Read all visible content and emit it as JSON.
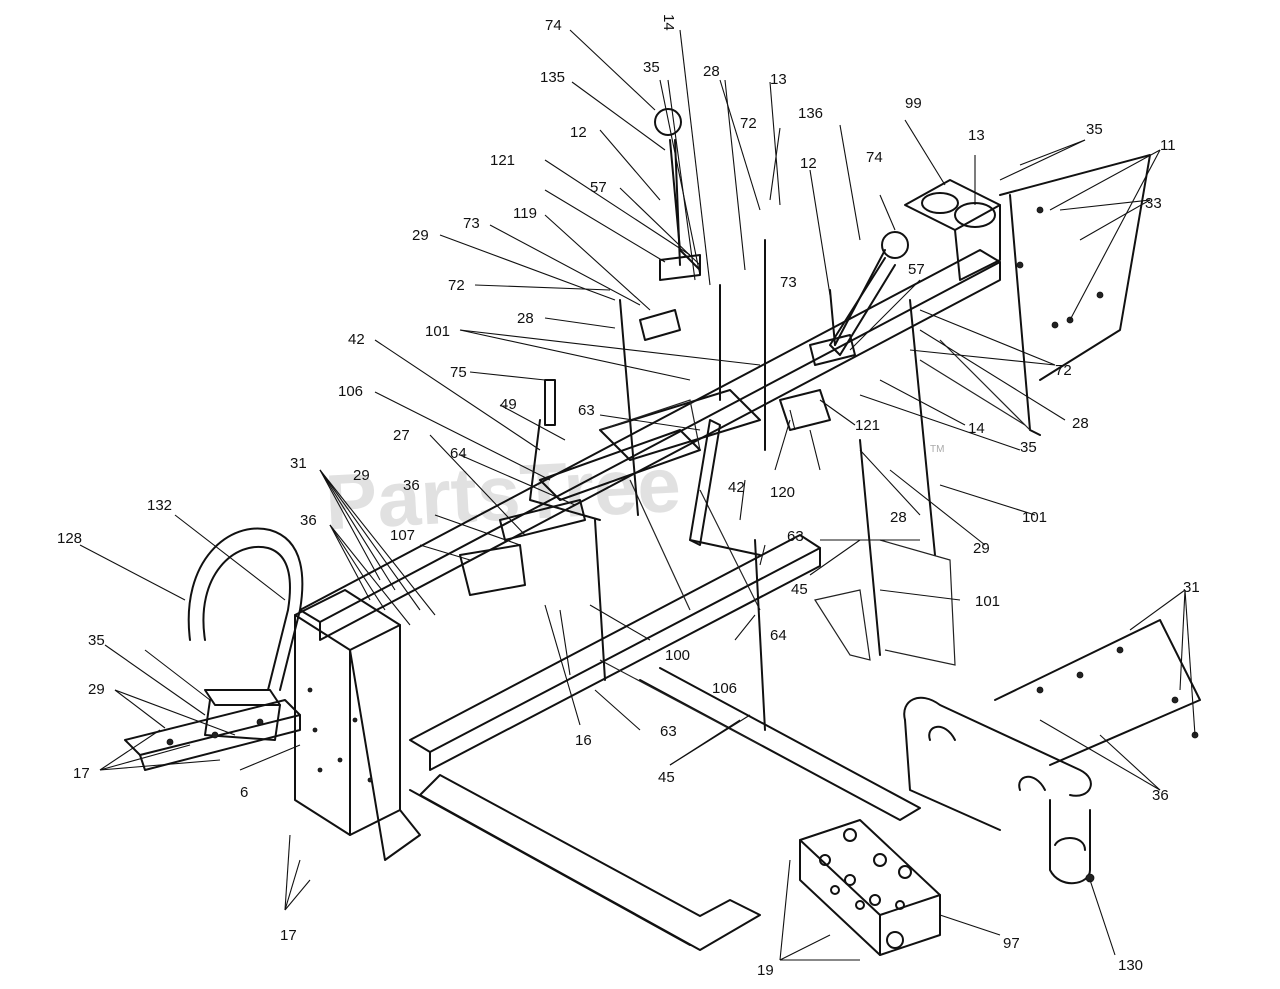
{
  "watermark": "PartsTree",
  "trademark": "TM",
  "callouts": [
    {
      "label": "74"
    },
    {
      "label": "14"
    },
    {
      "label": "35"
    },
    {
      "label": "28"
    },
    {
      "label": "13"
    },
    {
      "label": "135"
    },
    {
      "label": "72"
    },
    {
      "label": "136"
    },
    {
      "label": "99"
    },
    {
      "label": "13"
    },
    {
      "label": "35"
    },
    {
      "label": "11"
    },
    {
      "label": "12"
    },
    {
      "label": "121"
    },
    {
      "label": "57"
    },
    {
      "label": "12"
    },
    {
      "label": "74"
    },
    {
      "label": "33"
    },
    {
      "label": "119"
    },
    {
      "label": "73"
    },
    {
      "label": "29"
    },
    {
      "label": "57"
    },
    {
      "label": "72"
    },
    {
      "label": "73"
    },
    {
      "label": "28"
    },
    {
      "label": "72"
    },
    {
      "label": "101"
    },
    {
      "label": "42"
    },
    {
      "label": "75"
    },
    {
      "label": "28"
    },
    {
      "label": "106"
    },
    {
      "label": "49"
    },
    {
      "label": "63"
    },
    {
      "label": "121"
    },
    {
      "label": "14"
    },
    {
      "label": "27"
    },
    {
      "label": "64"
    },
    {
      "label": "42"
    },
    {
      "label": "120"
    },
    {
      "label": "35"
    },
    {
      "label": "31"
    },
    {
      "label": "29"
    },
    {
      "label": "36"
    },
    {
      "label": "28"
    },
    {
      "label": "101"
    },
    {
      "label": "132"
    },
    {
      "label": "36"
    },
    {
      "label": "107"
    },
    {
      "label": "63"
    },
    {
      "label": "29"
    },
    {
      "label": "128"
    },
    {
      "label": "45"
    },
    {
      "label": "101"
    },
    {
      "label": "31"
    },
    {
      "label": "100"
    },
    {
      "label": "64"
    },
    {
      "label": "35"
    },
    {
      "label": "106"
    },
    {
      "label": "29"
    },
    {
      "label": "16"
    },
    {
      "label": "63"
    },
    {
      "label": "17"
    },
    {
      "label": "6"
    },
    {
      "label": "45"
    },
    {
      "label": "36"
    },
    {
      "label": "17"
    },
    {
      "label": "97"
    },
    {
      "label": "19"
    },
    {
      "label": "130"
    }
  ]
}
